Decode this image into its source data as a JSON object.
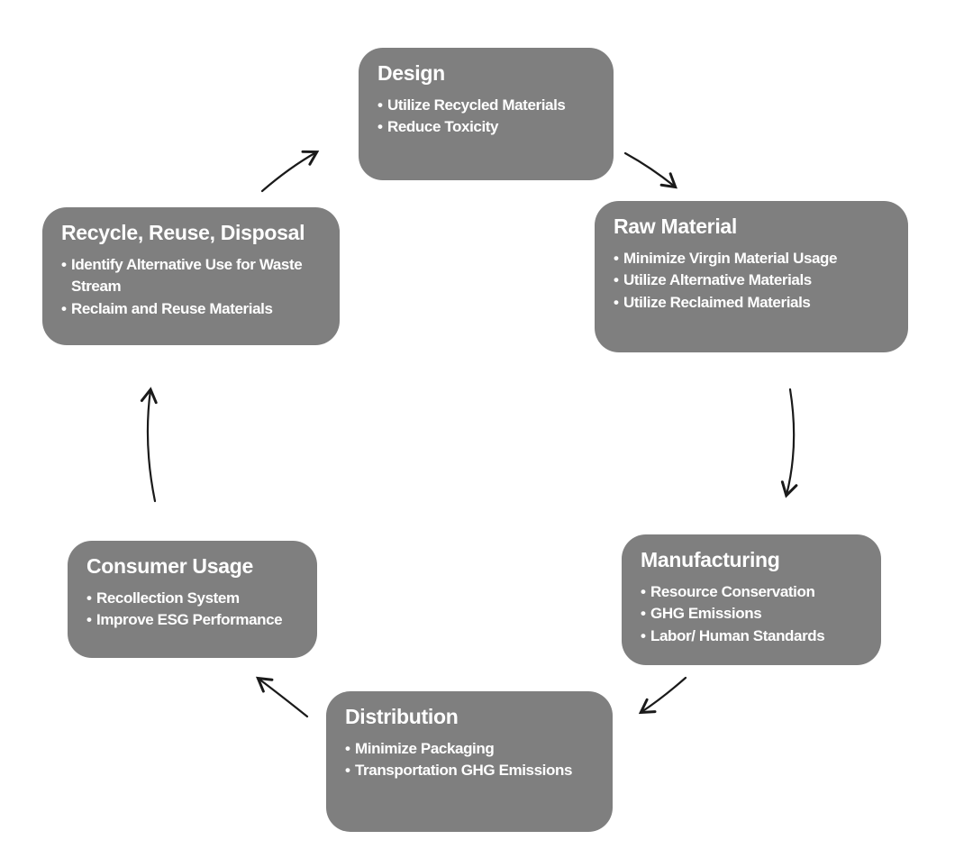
{
  "diagram": {
    "type": "cycle",
    "colors": {
      "node_fill": "#7f7f7f",
      "node_text": "#ffffff",
      "arrow": "#1a1a1a",
      "background": "#ffffff"
    },
    "nodes": [
      {
        "id": "design",
        "title": "Design",
        "bullets": [
          "Utilize Recycled Materials",
          "Reduce Toxicity"
        ]
      },
      {
        "id": "raw-material",
        "title": "Raw Material",
        "bullets": [
          "Minimize Virgin Material Usage",
          "Utilize Alternative Materials",
          "Utilize Reclaimed Materials"
        ]
      },
      {
        "id": "manufacturing",
        "title": "Manufacturing",
        "bullets": [
          "Resource Conservation",
          "GHG Emissions",
          "Labor/ Human Standards"
        ]
      },
      {
        "id": "distribution",
        "title": "Distribution",
        "bullets": [
          "Minimize Packaging",
          "Transportation GHG Emissions"
        ]
      },
      {
        "id": "consumer-usage",
        "title": "Consumer Usage",
        "bullets": [
          "Recollection System",
          "Improve ESG Performance"
        ]
      },
      {
        "id": "recycle-reuse-disposal",
        "title": "Recycle, Reuse, Disposal",
        "bullets": [
          "Identify Alternative Use for Waste Stream",
          "Reclaim and Reuse Materials"
        ]
      }
    ],
    "arrows": [
      {
        "from": "Design",
        "to": "Raw Material"
      },
      {
        "from": "Raw Material",
        "to": "Manufacturing"
      },
      {
        "from": "Manufacturing",
        "to": "Distribution"
      },
      {
        "from": "Distribution",
        "to": "Consumer Usage"
      },
      {
        "from": "Consumer Usage",
        "to": "Recycle, Reuse, Disposal"
      },
      {
        "from": "Recycle, Reuse, Disposal",
        "to": "Design"
      }
    ]
  }
}
